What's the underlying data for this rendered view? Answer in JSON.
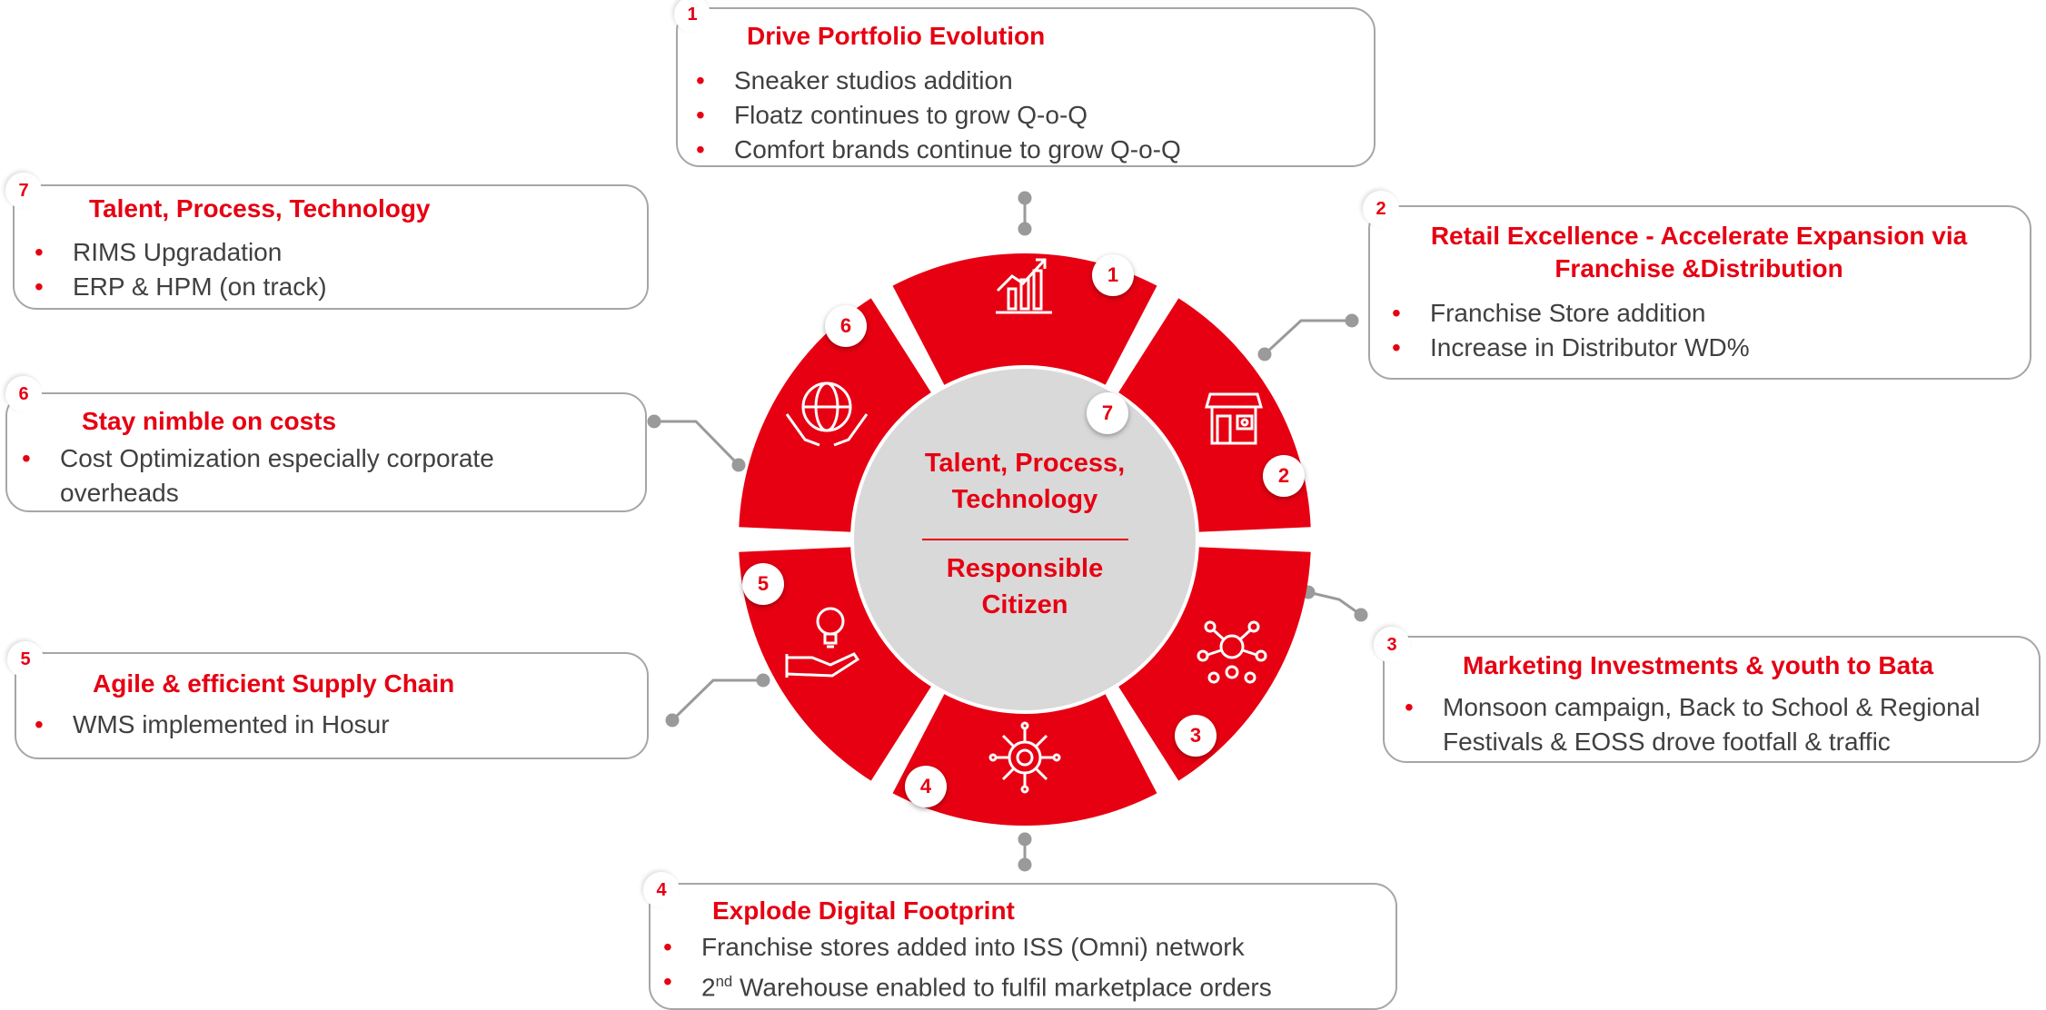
{
  "colors": {
    "accent": "#e60012",
    "hub": "#d9d9d9",
    "text": "#404040",
    "border": "#a6a6a6"
  },
  "center": {
    "badge": "7",
    "line1": "Talent, Process,",
    "line2": "Technology",
    "line3": "Responsible",
    "line4": "Citizen"
  },
  "wheel": [
    {
      "num": "1",
      "icon": "growth-chart-icon"
    },
    {
      "num": "2",
      "icon": "storefront-icon"
    },
    {
      "num": "3",
      "icon": "marketing-network-icon"
    },
    {
      "num": "4",
      "icon": "digital-network-icon"
    },
    {
      "num": "5",
      "icon": "lightbulb-hand-icon"
    },
    {
      "num": "6",
      "icon": "globe-hands-icon"
    }
  ],
  "boxes": {
    "b1": {
      "num": "1",
      "title": "Drive Portfolio Evolution",
      "items": [
        "Sneaker studios addition",
        "Floatz continues to grow Q-o-Q",
        "Comfort brands continue to grow Q-o-Q"
      ]
    },
    "b2": {
      "num": "2",
      "title_line1": "Retail Excellence - Accelerate Expansion via",
      "title_line2": "Franchise &Distribution",
      "items": [
        "Franchise Store addition",
        "Increase in Distributor WD%"
      ]
    },
    "b3": {
      "num": "3",
      "title": "Marketing Investments & youth to Bata",
      "items": [
        "Monsoon campaign, Back to School & Regional",
        "Festivals & EOSS drove footfall & traffic"
      ]
    },
    "b4": {
      "num": "4",
      "title": "Explode Digital Footprint",
      "items": [
        "Franchise stores added into ISS (Omni) network"
      ],
      "item2_pre": "2",
      "item2_sup": "nd",
      "item2_post": " Warehouse enabled to fulfil marketplace orders"
    },
    "b5": {
      "num": "5",
      "title": "Agile & efficient Supply Chain",
      "items": [
        "WMS implemented in Hosur"
      ]
    },
    "b6": {
      "num": "6",
      "title": "Stay nimble on costs",
      "items": [
        "Cost Optimization especially corporate",
        "overheads"
      ]
    },
    "b7": {
      "num": "7",
      "title": "Talent, Process, Technology",
      "items": [
        "RIMS Upgradation",
        "ERP & HPM (on track)"
      ]
    }
  }
}
